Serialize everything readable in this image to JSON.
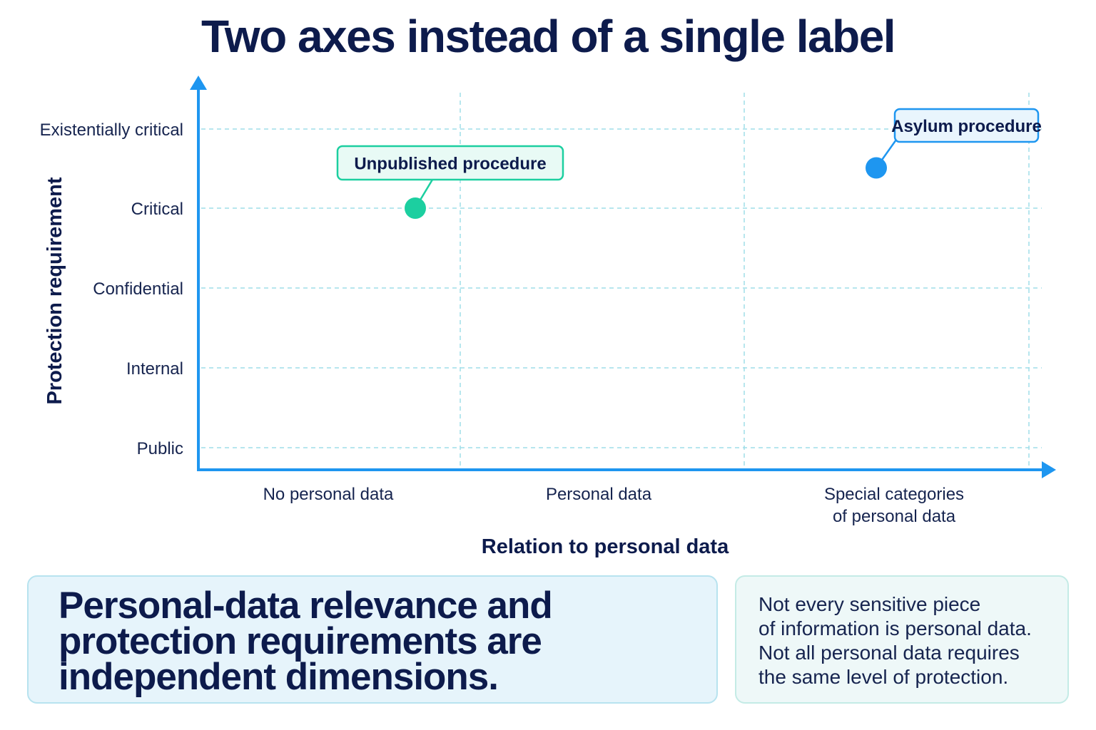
{
  "title": "Two axes instead of a single label",
  "chart_data": {
    "type": "scatter",
    "ylabel": "Protection requirement",
    "xlabel": "Relation to personal data",
    "y_categories": [
      "Public",
      "Internal",
      "Confidential",
      "Critical",
      "Existentially critical"
    ],
    "x_categories": [
      [
        "No personal data"
      ],
      [
        "Personal data"
      ],
      [
        "Special categories",
        "of personal data"
      ]
    ],
    "grid": true,
    "points": [
      {
        "label": "Unpublished procedure",
        "x": "No personal data",
        "y": "Critical",
        "color": "#1ccfa0",
        "border": "#1ccfa0"
      },
      {
        "label": "Asylum procedure",
        "x": "Special categories of personal data",
        "y": "Critical to Existentially critical",
        "color": "#1e96f0",
        "border": "#1e96f0"
      }
    ]
  },
  "takeaway": "Personal-data relevance and protection requirements are independent dimensions.",
  "note_lines": [
    "Not every sensitive piece",
    "of information is personal data.",
    "Not all personal data requires",
    "the same level of protection."
  ],
  "colors": {
    "axis": "#1e96f0",
    "grid": "#9fdde8",
    "text": "#0d1b4c",
    "accent_green": "#1ccfa0",
    "accent_blue": "#1e96f0"
  }
}
